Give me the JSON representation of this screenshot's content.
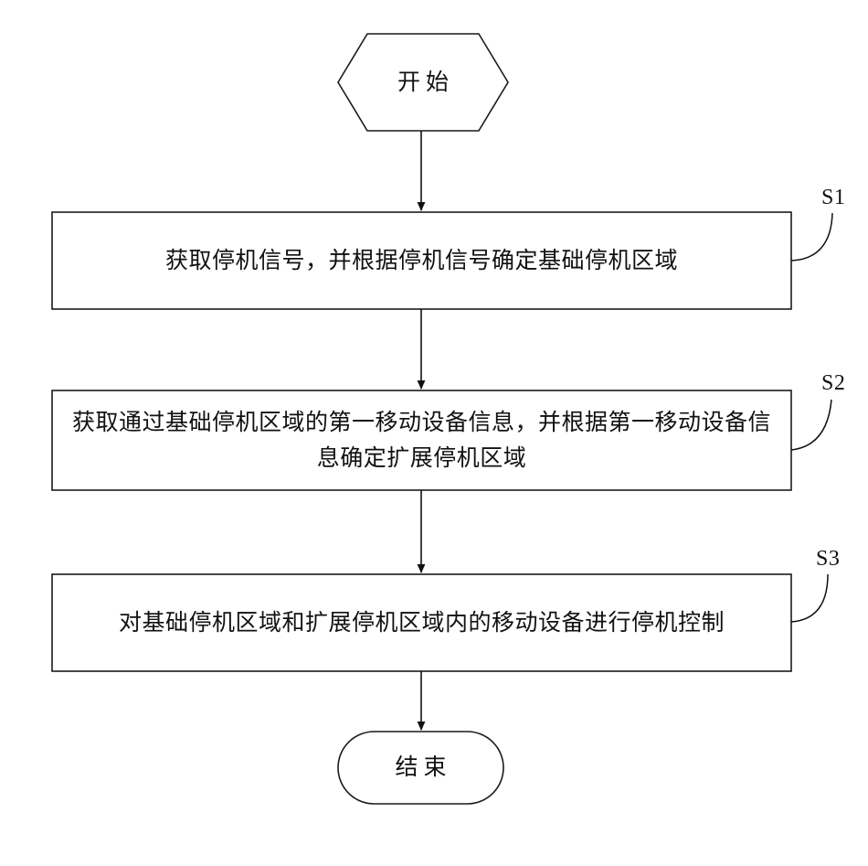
{
  "diagram": {
    "type": "flowchart",
    "orientation": "vertical",
    "background_color": "#ffffff",
    "stroke_color": "#1a1a1a",
    "text_color": "#111111",
    "nodes": [
      {
        "id": "start",
        "shape": "hexagon",
        "label": "开始"
      },
      {
        "id": "step1",
        "shape": "rectangle",
        "label": "获取停机信号，并根据停机信号确定基础停机区域",
        "tag": "S1"
      },
      {
        "id": "step2",
        "shape": "rectangle",
        "label": "获取通过基础停机区域的第一移动设备信息，并根据第一移动设备信息确定扩展停机区域",
        "tag": "S2"
      },
      {
        "id": "step3",
        "shape": "rectangle",
        "label": "对基础停机区域和扩展停机区域内的移动设备进行停机控制",
        "tag": "S3"
      },
      {
        "id": "end",
        "shape": "stadium",
        "label": "结束"
      }
    ],
    "edges": [
      {
        "from": "start",
        "to": "step1",
        "arrow": "filled-triangle"
      },
      {
        "from": "step1",
        "to": "step2",
        "arrow": "filled-triangle"
      },
      {
        "from": "step2",
        "to": "step3",
        "arrow": "filled-triangle"
      },
      {
        "from": "step3",
        "to": "end",
        "arrow": "filled-triangle"
      }
    ],
    "leaders": [
      {
        "tag": "S1",
        "from": "step1-right-edge",
        "style": "curved"
      },
      {
        "tag": "S2",
        "from": "step2-right-edge",
        "style": "curved"
      },
      {
        "tag": "S3",
        "from": "step3-right-edge",
        "style": "curved"
      }
    ]
  }
}
